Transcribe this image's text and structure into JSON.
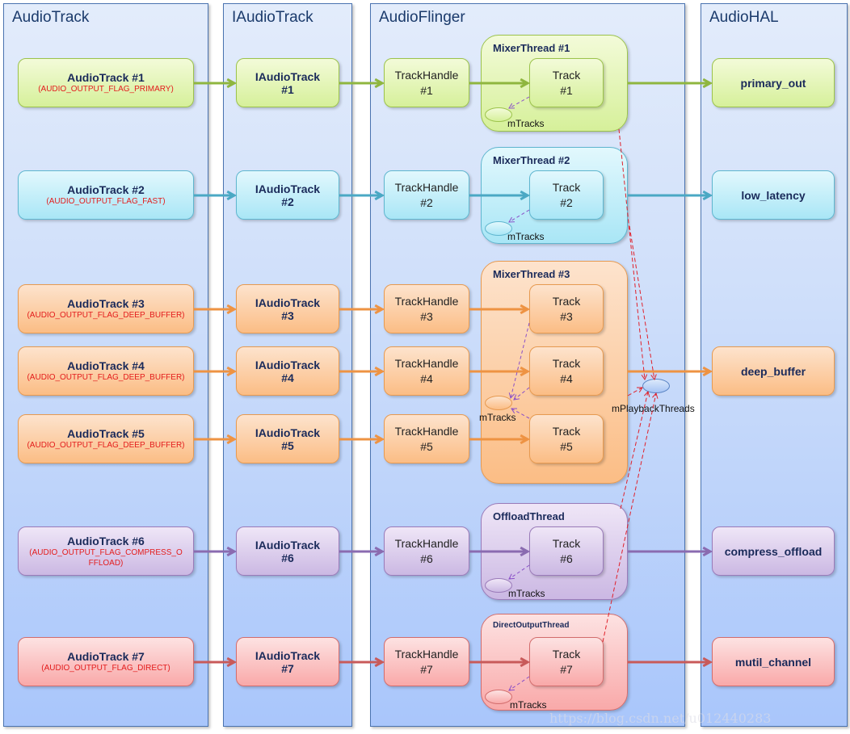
{
  "lanes": [
    "AudioTrack",
    "IAudioTrack",
    "AudioFlinger",
    "AudioHAL"
  ],
  "rows": [
    {
      "audiotrack": "AudioTrack #1",
      "flag": "(AUDIO_OUTPUT_FLAG_PRIMARY)",
      "iaudiotrack": "IAudioTrack",
      "num": "#1",
      "handle": "TrackHandle",
      "track": "Track",
      "hal": "primary_out",
      "color": "#8fb63f"
    },
    {
      "audiotrack": "AudioTrack #2",
      "flag": "(AUDIO_OUTPUT_FLAG_FAST)",
      "iaudiotrack": "IAudioTrack",
      "num": "#2",
      "handle": "TrackHandle",
      "track": "Track",
      "hal": "low_latency",
      "color": "#4aa8c4"
    },
    {
      "audiotrack": "AudioTrack #3",
      "flag": "(AUDIO_OUTPUT_FLAG_DEEP_BUFFER)",
      "iaudiotrack": "IAudioTrack",
      "num": "#3",
      "handle": "TrackHandle",
      "track": "Track",
      "hal": "",
      "color": "#ee9343"
    },
    {
      "audiotrack": "AudioTrack #4",
      "flag": "(AUDIO_OUTPUT_FLAG_DEEP_BUFFER)",
      "iaudiotrack": "IAudioTrack",
      "num": "#4",
      "handle": "TrackHandle",
      "track": "Track",
      "hal": "deep_buffer",
      "color": "#ee9343"
    },
    {
      "audiotrack": "AudioTrack #5",
      "flag": "(AUDIO_OUTPUT_FLAG_DEEP_BUFFER)",
      "iaudiotrack": "IAudioTrack",
      "num": "#5",
      "handle": "TrackHandle",
      "track": "Track",
      "hal": "",
      "color": "#ee9343"
    },
    {
      "audiotrack": "AudioTrack #6",
      "flag": "(AUDIO_OUTPUT_FLAG_COMPRESS_O FFLOAD)",
      "iaudiotrack": "IAudioTrack",
      "num": "#6",
      "handle": "TrackHandle",
      "track": "Track",
      "hal": "compress_offload",
      "color": "#8a6bb0"
    },
    {
      "audiotrack": "AudioTrack #7",
      "flag": "(AUDIO_OUTPUT_FLAG_DIRECT)",
      "iaudiotrack": "IAudioTrack",
      "num": "#7",
      "handle": "TrackHandle",
      "track": "Track",
      "hal": "mutil_channel",
      "color": "#c85a5a"
    }
  ],
  "threads": [
    "MixerThread #1",
    "MixerThread #2",
    "MixerThread #3",
    "OffloadThread",
    "DirectOutputThread"
  ],
  "mtracks_label": "mTracks",
  "playback_label": "mPlaybackThreads",
  "watermark": "https://blog.csdn.net/u012440283"
}
